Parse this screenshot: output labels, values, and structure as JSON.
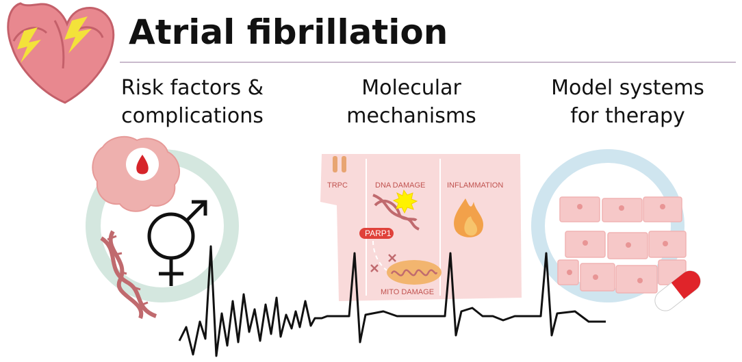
{
  "title": "Atrial fibrillation",
  "sections": [
    {
      "line1": "Risk factors &",
      "line2": "complications"
    },
    {
      "line1": "Molecular",
      "line2": "mechanisms"
    },
    {
      "line1": "Model systems",
      "line2": "for therapy"
    }
  ],
  "mechanism_labels": {
    "trpc": "TRPC",
    "dna_damage": "DNA DAMAGE",
    "inflammation": "INFLAMMATION",
    "parp1": "PARP1",
    "mito_damage": "MITO DAMAGE"
  },
  "colors": {
    "heart_fill": "#e8888f",
    "heart_dark": "#c4606a",
    "lightning": "#f3e23a",
    "risk_ring": "#d4e7df",
    "therapy_ring": "#cfe5ef",
    "cell_fill": "#f9dada",
    "label_red": "#c0524f",
    "ecg": "#111111"
  }
}
